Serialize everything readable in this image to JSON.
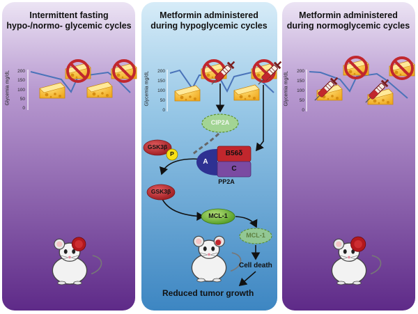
{
  "panels": {
    "left": {
      "title_line1": "Intermittent fasting",
      "title_line2": "hypo-/normo- glycemic cycles"
    },
    "middle": {
      "title_line1": "Metformin administered",
      "title_line2": "during hypoglycemic cycles"
    },
    "right": {
      "title_line1": "Metformin administered",
      "title_line2": "during normoglycemic cycles"
    }
  },
  "graph": {
    "ylabel": "Glycemia mg/dL",
    "ticks": [
      "200",
      "150",
      "100",
      "50",
      "0"
    ]
  },
  "pathway": {
    "cip2a": "CIP2A",
    "gsk3b": "GSK3β",
    "phospho": "P",
    "b56d": "B56δ",
    "subunit_a": "A",
    "subunit_c": "C",
    "pp2a": "PP2A",
    "mcl1": "MCL-1",
    "mcl1_degraded": "MCL-1",
    "cell_death": "Cell death",
    "outcome": "Reduced tumor growth"
  },
  "colors": {
    "panel_top": "#e3d9ef",
    "panel_bottom": "#6c2f93",
    "middle_top": "#c9e4f4",
    "middle_bottom": "#4592c9",
    "gsk_red": "#c0272d",
    "mcl_green": "#7dc242",
    "pp2a_blue": "#2e3192",
    "b56_red": "#c1272d",
    "c_purple": "#7b4aa2",
    "phospho_yellow": "#f7e017",
    "glycemia_line": "#4a73b9"
  },
  "icons": [
    "cheese-icon",
    "no-food-icon",
    "syringe-icon",
    "mouse-icon",
    "tumor-icon"
  ]
}
